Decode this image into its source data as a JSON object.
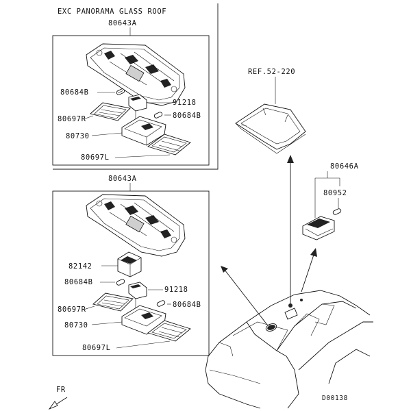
{
  "diagram": {
    "top_box_title": "EXC PANORAMA GLASS ROOF",
    "top_box_part": "80643A",
    "top_parts": {
      "bulb_left": "80684B",
      "switch": "91218",
      "bulb_right": "80684B",
      "lens_right": "80697R",
      "base": "80730",
      "lens_left": "80697L"
    },
    "bottom_box_part": "80643A",
    "bottom_parts": {
      "unit": "82142",
      "bulb_left": "80684B",
      "switch": "91218",
      "bulb_right": "80684B",
      "lens_right": "80697R",
      "base": "80730",
      "lens_left": "80697L"
    },
    "ref_label": "REF.52-220",
    "cargo_lamp_part": "80646A",
    "cargo_bulb_part": "80952",
    "fr_label": "FR",
    "drawing_code": "D00138"
  }
}
